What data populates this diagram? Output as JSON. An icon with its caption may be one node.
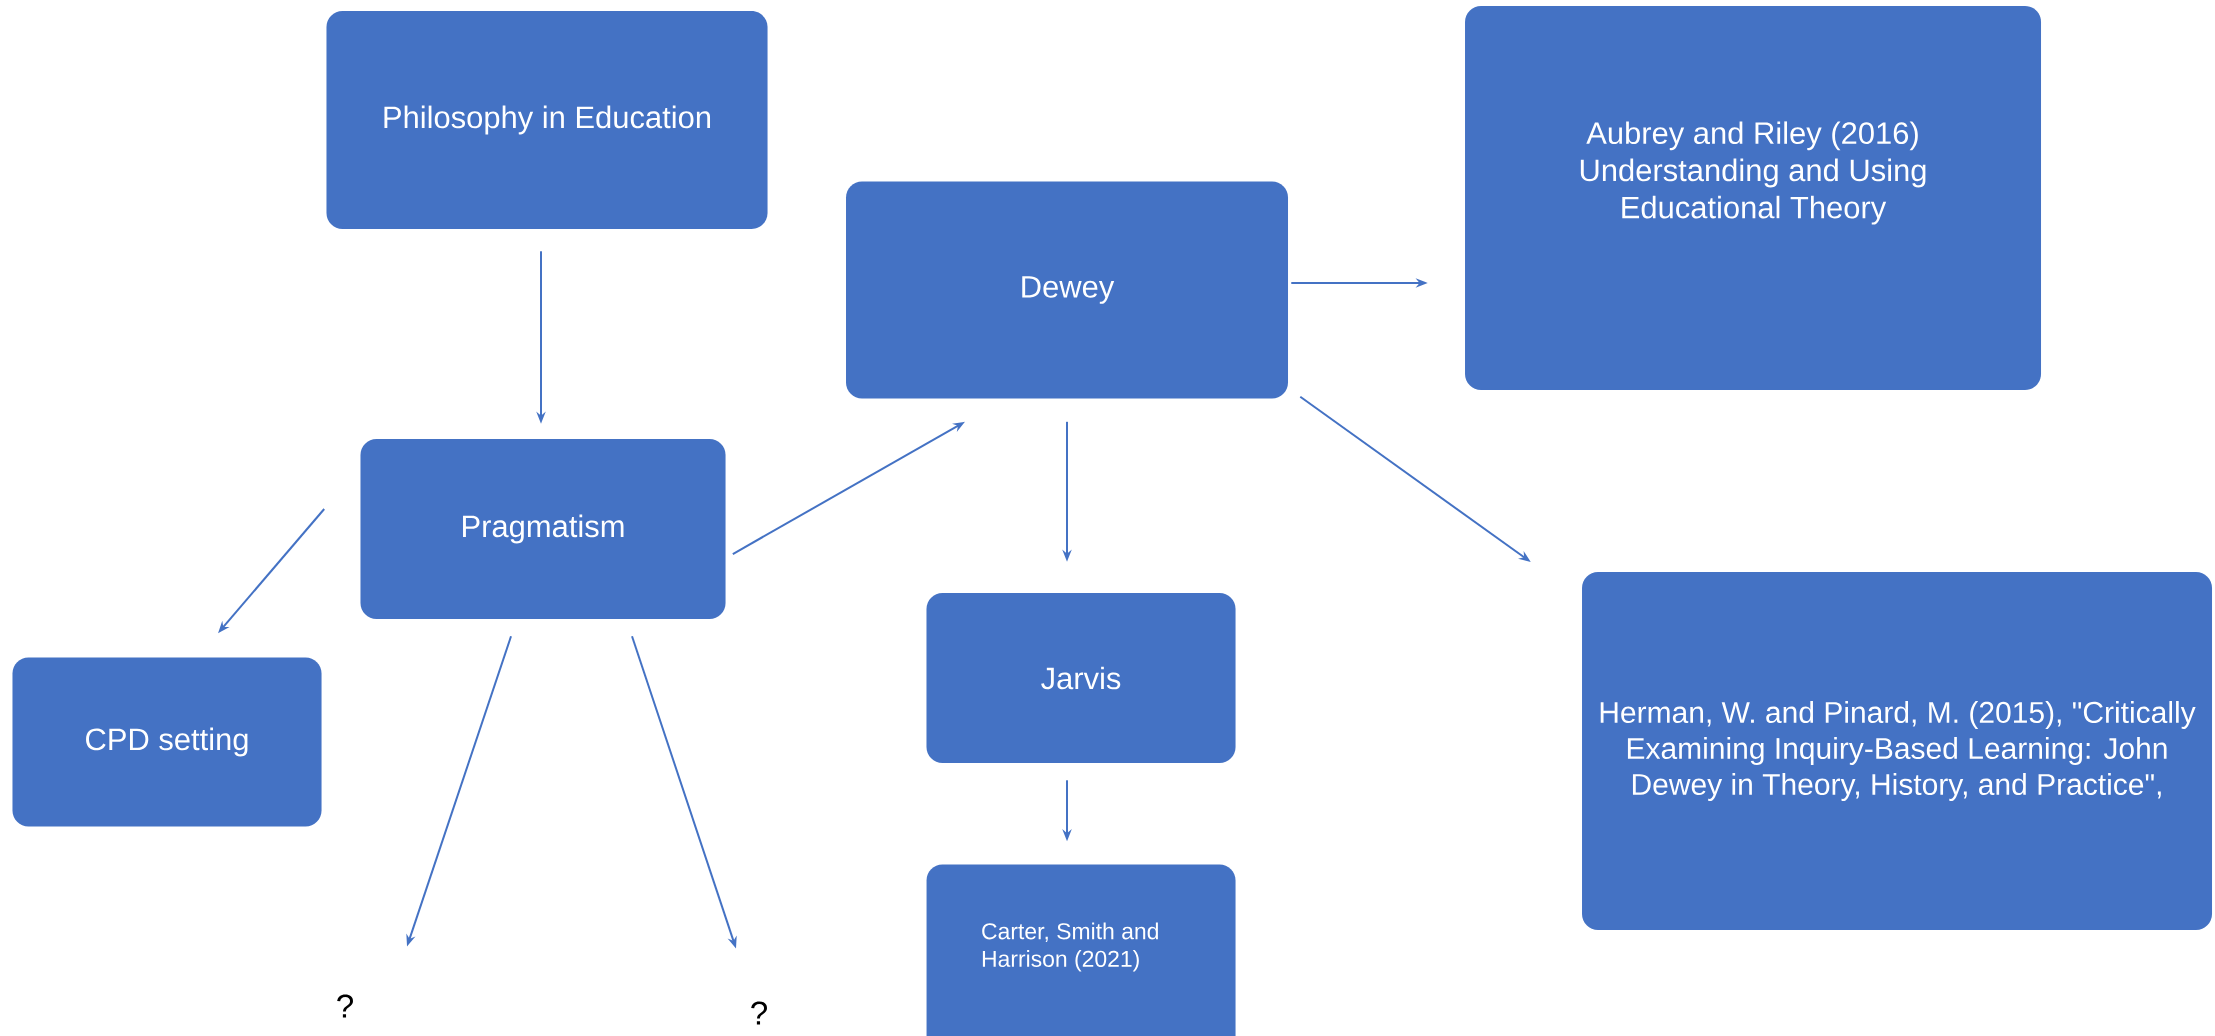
{
  "diagram": {
    "nodes": [
      {
        "text": [
          "Philosophy in Education"
        ]
      },
      {
        "text": [
          "Dewey"
        ]
      },
      {
        "text": [
          "Aubrey and Riley (2016) Understanding and Using Educational Theory"
        ]
      },
      {
        "text": [
          "Pragmatism"
        ]
      },
      {
        "text": [
          "CPD setting"
        ]
      },
      {
        "text": [
          "Jarvis"
        ]
      },
      {
        "text": [
          "Herman, W. and Pinard, M. (2015), \"Critically Examining Inquiry-Based Learning: John Dewey in Theory, History, and Practice\","
        ]
      },
      {
        "text": [
          "Carter, Smith and Harrison (2021)"
        ]
      },
      {
        "text": [
          "?"
        ]
      },
      {
        "text": [
          "?"
        ]
      }
    ],
    "edges": [
      {
        "from": 0,
        "to": 3,
        "arrow": "to"
      },
      {
        "from": 3,
        "to": 1,
        "arrow": "to"
      },
      {
        "from": 1,
        "to": 2,
        "arrow": "to"
      },
      {
        "from": 1,
        "to": 5,
        "arrow": "to"
      },
      {
        "from": 1,
        "to": 6,
        "arrow": "to"
      },
      {
        "from": 5,
        "to": 7,
        "arrow": "to"
      },
      {
        "from": 3,
        "to": 4,
        "arrow": "to"
      },
      {
        "from": 3,
        "to": 8,
        "arrow": "to"
      },
      {
        "from": 3,
        "to": 9,
        "arrow": "to"
      }
    ]
  }
}
